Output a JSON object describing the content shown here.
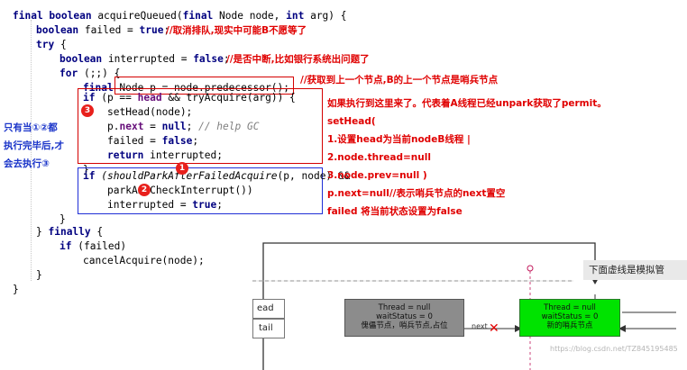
{
  "code": {
    "line1": {
      "kw1": "final ",
      "kw2": "boolean ",
      "rest": "acquireQueued(",
      "kw3": "final ",
      "rest2": "Node node, ",
      "kw4": "int ",
      "rest3": "arg) {"
    },
    "line2": {
      "kw1": "boolean ",
      "rest": "failed = ",
      "kw2": "true",
      "rest2": ";"
    },
    "line2_comment": "//取消排队,现实中可能B不愿等了",
    "line3": {
      "kw1": "try ",
      "rest": "{"
    },
    "line4": {
      "kw1": "boolean ",
      "rest": "interrupted = ",
      "kw2": "false",
      "rest2": ";"
    },
    "line4_comment": "//是否中断,比如银行系统出问题了",
    "line5": {
      "kw1": "for ",
      "rest": "(;;) {"
    },
    "line6": {
      "kw1": "final ",
      "rest": "Node p = node.predecessor();"
    },
    "line6_comment": "//获取到上一个节点,B的上一个节点是哨兵节点",
    "line7": {
      "kw1": "if ",
      "rest": "(p == ",
      "fld": "head",
      "rest2": " && tryAcquire(arg)) {"
    },
    "line8": "setHead(node);",
    "line9": {
      "rest": "p.",
      "fld": "next",
      "rest2": " = ",
      "kw": "null",
      "rest3": "; ",
      "cm": "// help GC"
    },
    "line10": {
      "rest": "failed = ",
      "kw": "false",
      "rest2": ";"
    },
    "line11": {
      "kw": "return ",
      "rest": "interrupted;"
    },
    "line12": "}",
    "line13": {
      "kw": "if ",
      "it": "(shouldParkAfterFailedAcquire",
      "rest": "(p, node) &&"
    },
    "line14": "parkAndCheckInterrupt())",
    "line15": {
      "rest": "interrupted = ",
      "kw": "true",
      "rest2": ";"
    },
    "line16": "}",
    "line17": {
      "rest": "} ",
      "kw": "finally ",
      "rest2": "{"
    },
    "line18": {
      "kw": "if ",
      "rest": "(failed)"
    },
    "line19": "cancelAcquire(node);",
    "line20": "}",
    "line21": "}"
  },
  "annotations": {
    "right_1": "如果执行到这里来了。代表着A线程已经unpark获取了permit。",
    "right_2": "setHead(",
    "right_3": "1.设置head为当前nodeB线程 |",
    "right_4": "2.node.thread=null",
    "right_5": "3.node.prev=null )",
    "right_6": "p.next=null//表示哨兵节点的next置空",
    "right_7": "failed 将当前状态设置为false"
  },
  "side_note": {
    "line1": "只有当①②都",
    "line2": "执行完毕后,才",
    "line3": "会去执行③"
  },
  "badges": {
    "b1": "1",
    "b2": "2",
    "b3": "3"
  },
  "diagram": {
    "hint": "下面虚线是模拟管",
    "left_head": "ead",
    "left_tail": "tail",
    "gray_node": {
      "l1": "Thread = null",
      "l2": "waitStatus = 0",
      "l3": "傀儡节点，哨兵节点,占位"
    },
    "green_node": {
      "l1": "Thread = null",
      "l2": "waitStatus = 0",
      "l3": "新的哨兵节点"
    },
    "next_label": "next",
    "watermark": "https://blog.csdn.net/TZ845195485"
  },
  "colors": {
    "annotation": "#e00000",
    "side_note": "#1a34c9",
    "keyword": "#000080",
    "field": "#660e7a",
    "green": "#00e300",
    "gray": "#8c8c8c"
  }
}
